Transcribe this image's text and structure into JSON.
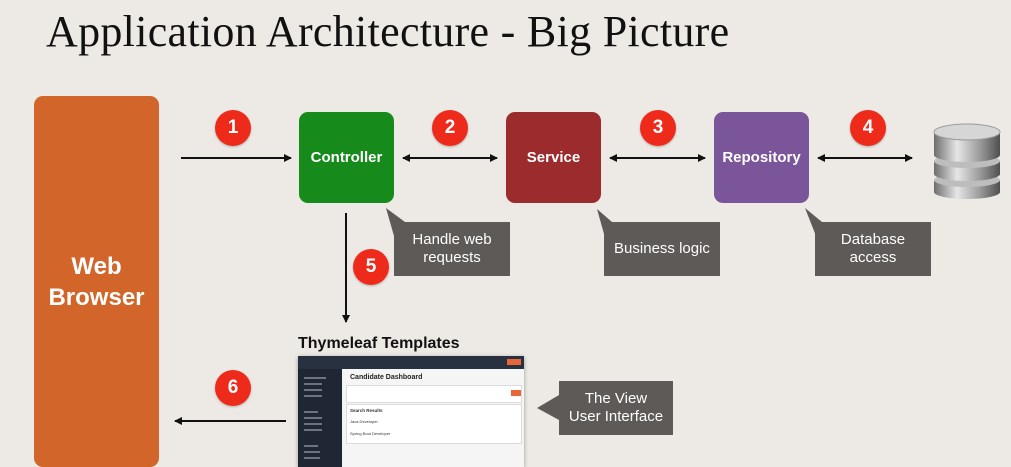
{
  "title": "Application Architecture - Big Picture",
  "web_browser": "Web\nBrowser",
  "nodes": {
    "controller": {
      "label": "Controller",
      "color": "#178a1c"
    },
    "service": {
      "label": "Service",
      "color": "#9b2b2d"
    },
    "repository": {
      "label": "Repository",
      "color": "#7b559a"
    }
  },
  "steps": [
    "1",
    "2",
    "3",
    "4",
    "5",
    "6"
  ],
  "callouts": {
    "controller": "Handle web\nrequests",
    "service": "Business logic",
    "repository": "Database\naccess",
    "view": "The View\nUser Interface"
  },
  "templates_label": "Thymeleaf Templates",
  "thumbnail": {
    "heading": "Candidate Dashboard",
    "section": "Search Results",
    "rows": [
      "Java Developer",
      "Spring Boot Developer"
    ]
  },
  "icons": [
    "database-icon"
  ],
  "colors": {
    "browser": "#d2652a",
    "badge": "#ee2a1b",
    "callout": "#5d5a57",
    "background": "#edeae5"
  }
}
